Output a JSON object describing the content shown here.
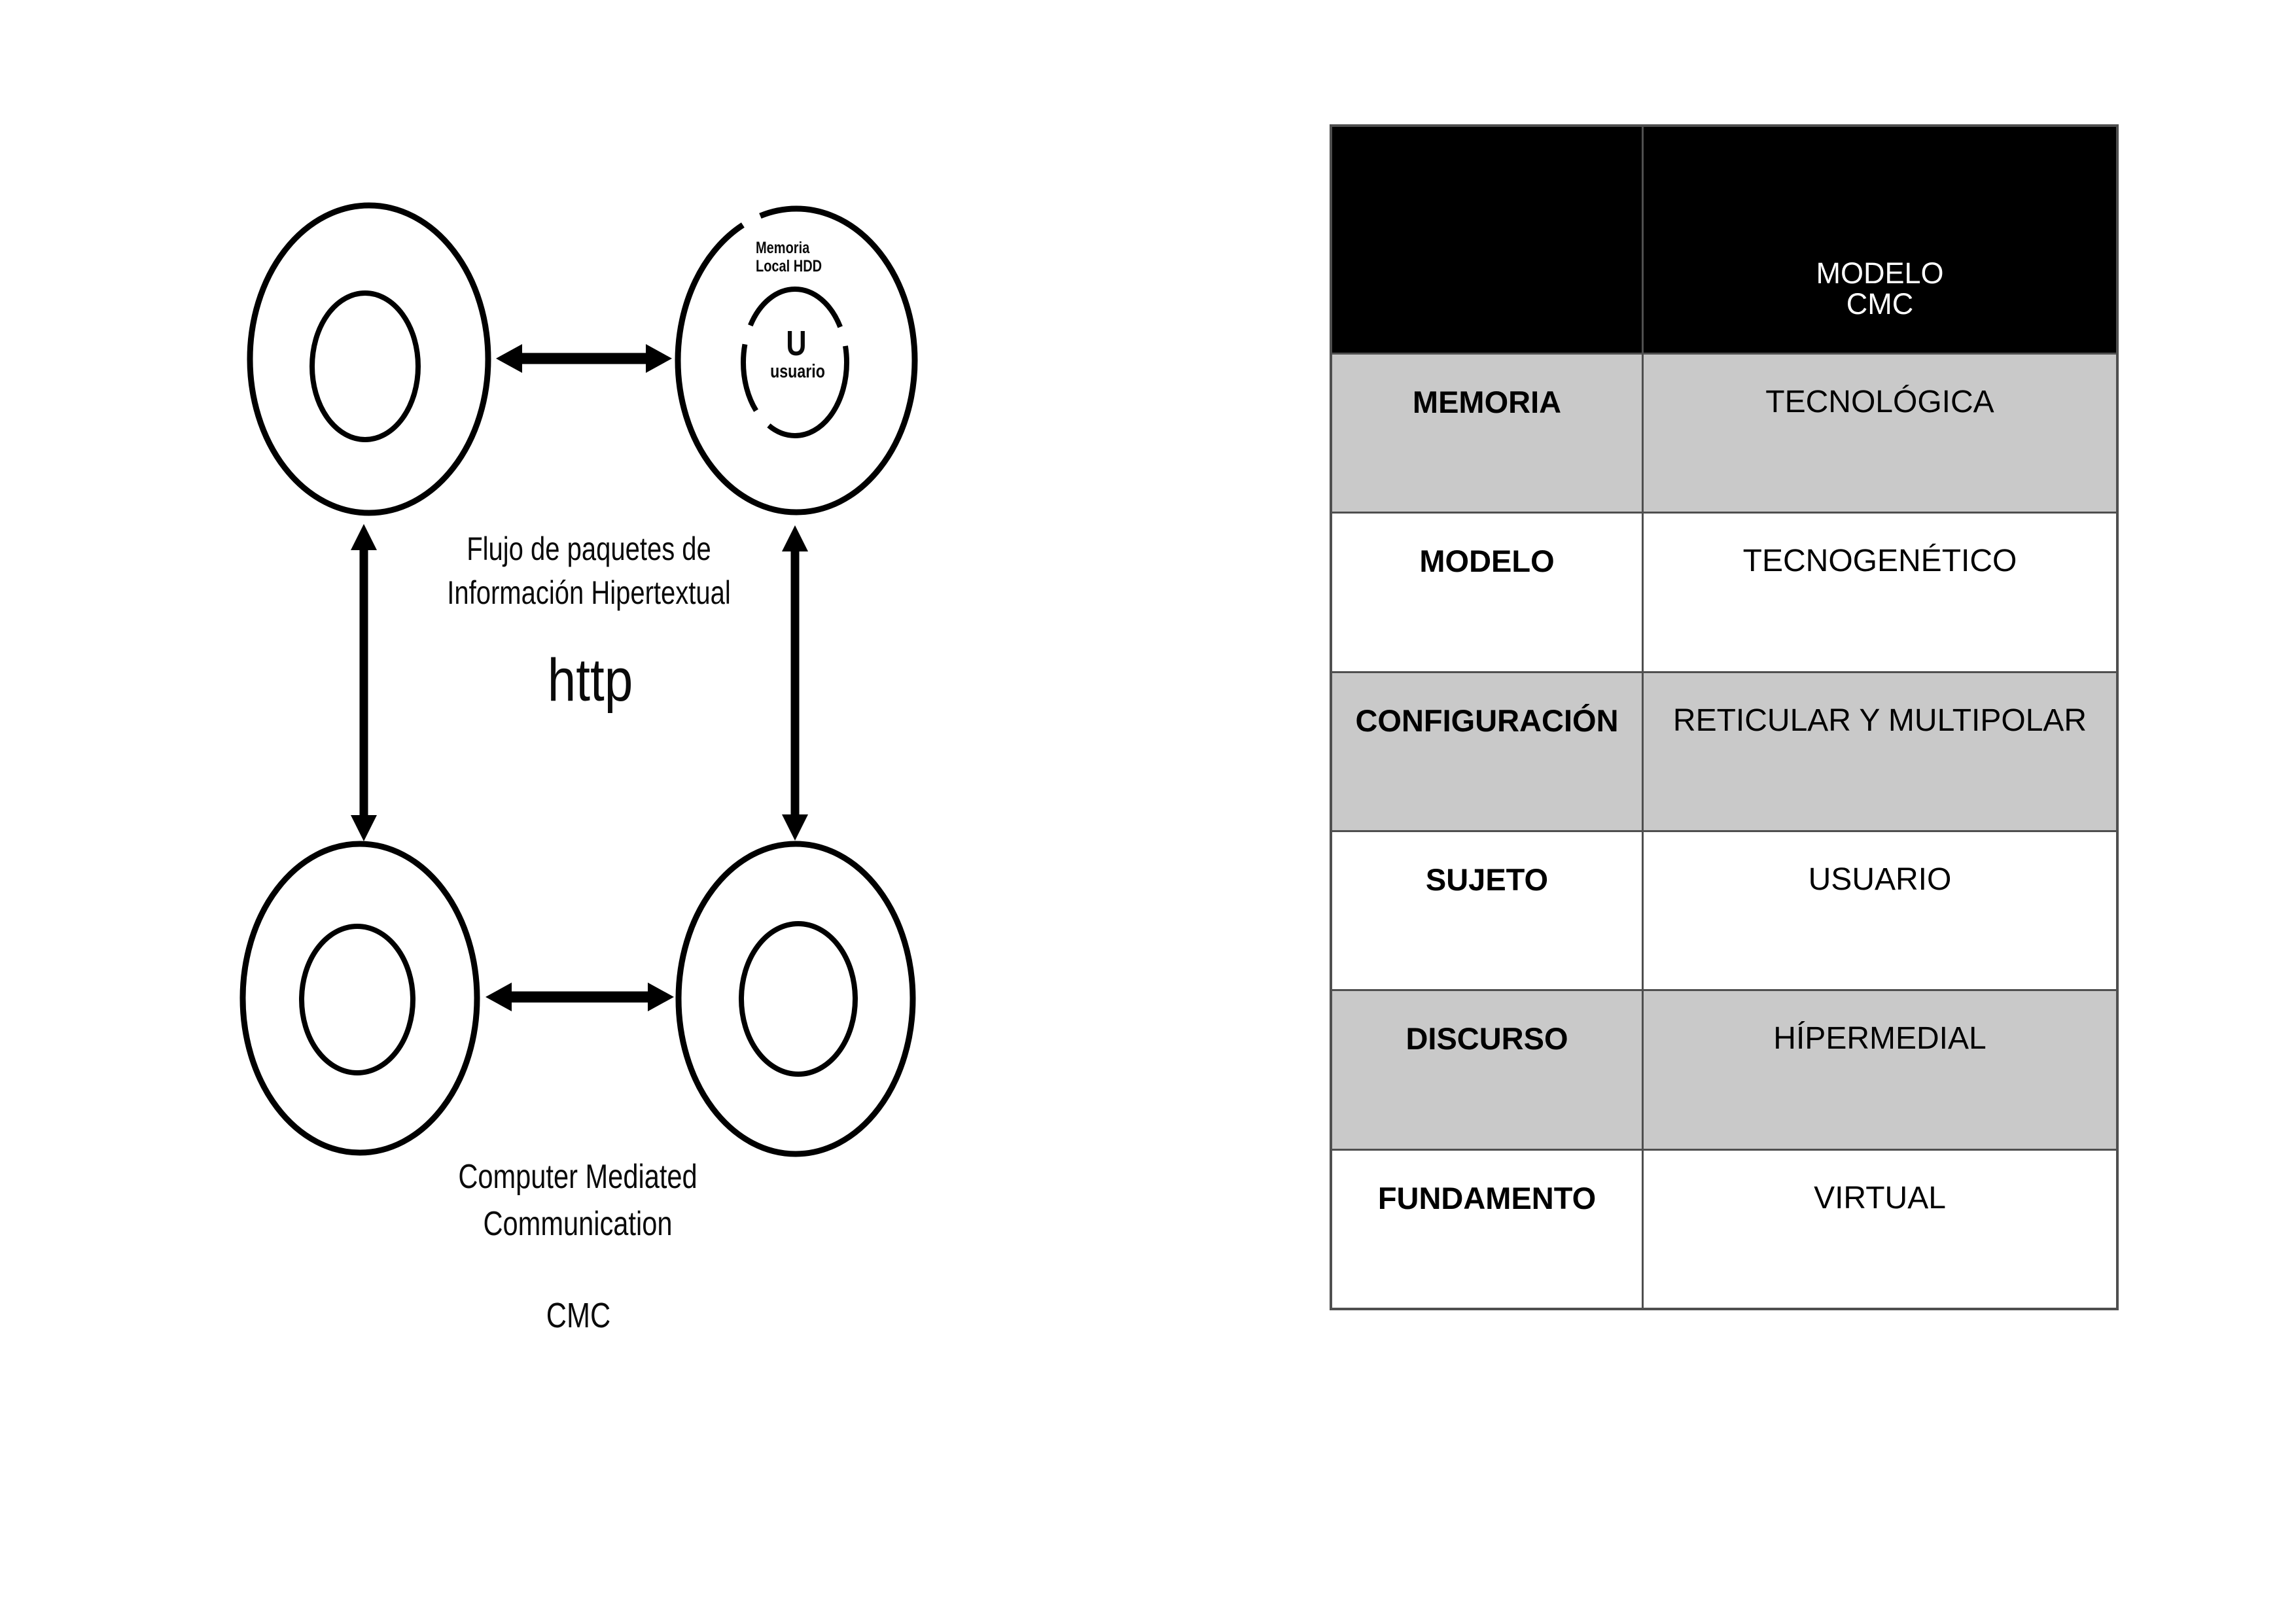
{
  "diagram": {
    "top_right_node": {
      "memory_label_line1": "Memoria",
      "memory_label_line2": "Local HDD",
      "user_initial": "U",
      "user_label": "usuario"
    },
    "flow_label_line1": "Flujo de paquetes de",
    "flow_label_line2": "Información Hipertextual",
    "protocol_label": "http",
    "cmc_label_line1": "Computer Mediated",
    "cmc_label_line2": "Communication",
    "cmc_acronym": "CMC",
    "line_color": "#000000"
  },
  "table": {
    "header": {
      "left": "",
      "right_line1": "MODELO",
      "right_line2": "CMC"
    },
    "rows": [
      {
        "label": "MEMORIA",
        "value": "TECNOLÓGICA"
      },
      {
        "label": "MODELO",
        "value": "TECNOGENÉTICO"
      },
      {
        "label": "CONFIGURACIÓN",
        "value": "RETICULAR Y MULTIPOLAR"
      },
      {
        "label": "SUJETO",
        "value": "USUARIO"
      },
      {
        "label": "DISCURSO",
        "value": "HÍPERMEDIAL"
      },
      {
        "label": "FUNDAMENTO",
        "value": "VIRTUAL"
      }
    ],
    "colors": {
      "header_bg": "#000000",
      "header_text": "#ffffff",
      "shaded_row_bg": "#c9c9c9",
      "plain_row_bg": "#ffffff",
      "border": "#4f4f4f",
      "text": "#000000"
    }
  },
  "page": {
    "background": "#ffffff"
  }
}
